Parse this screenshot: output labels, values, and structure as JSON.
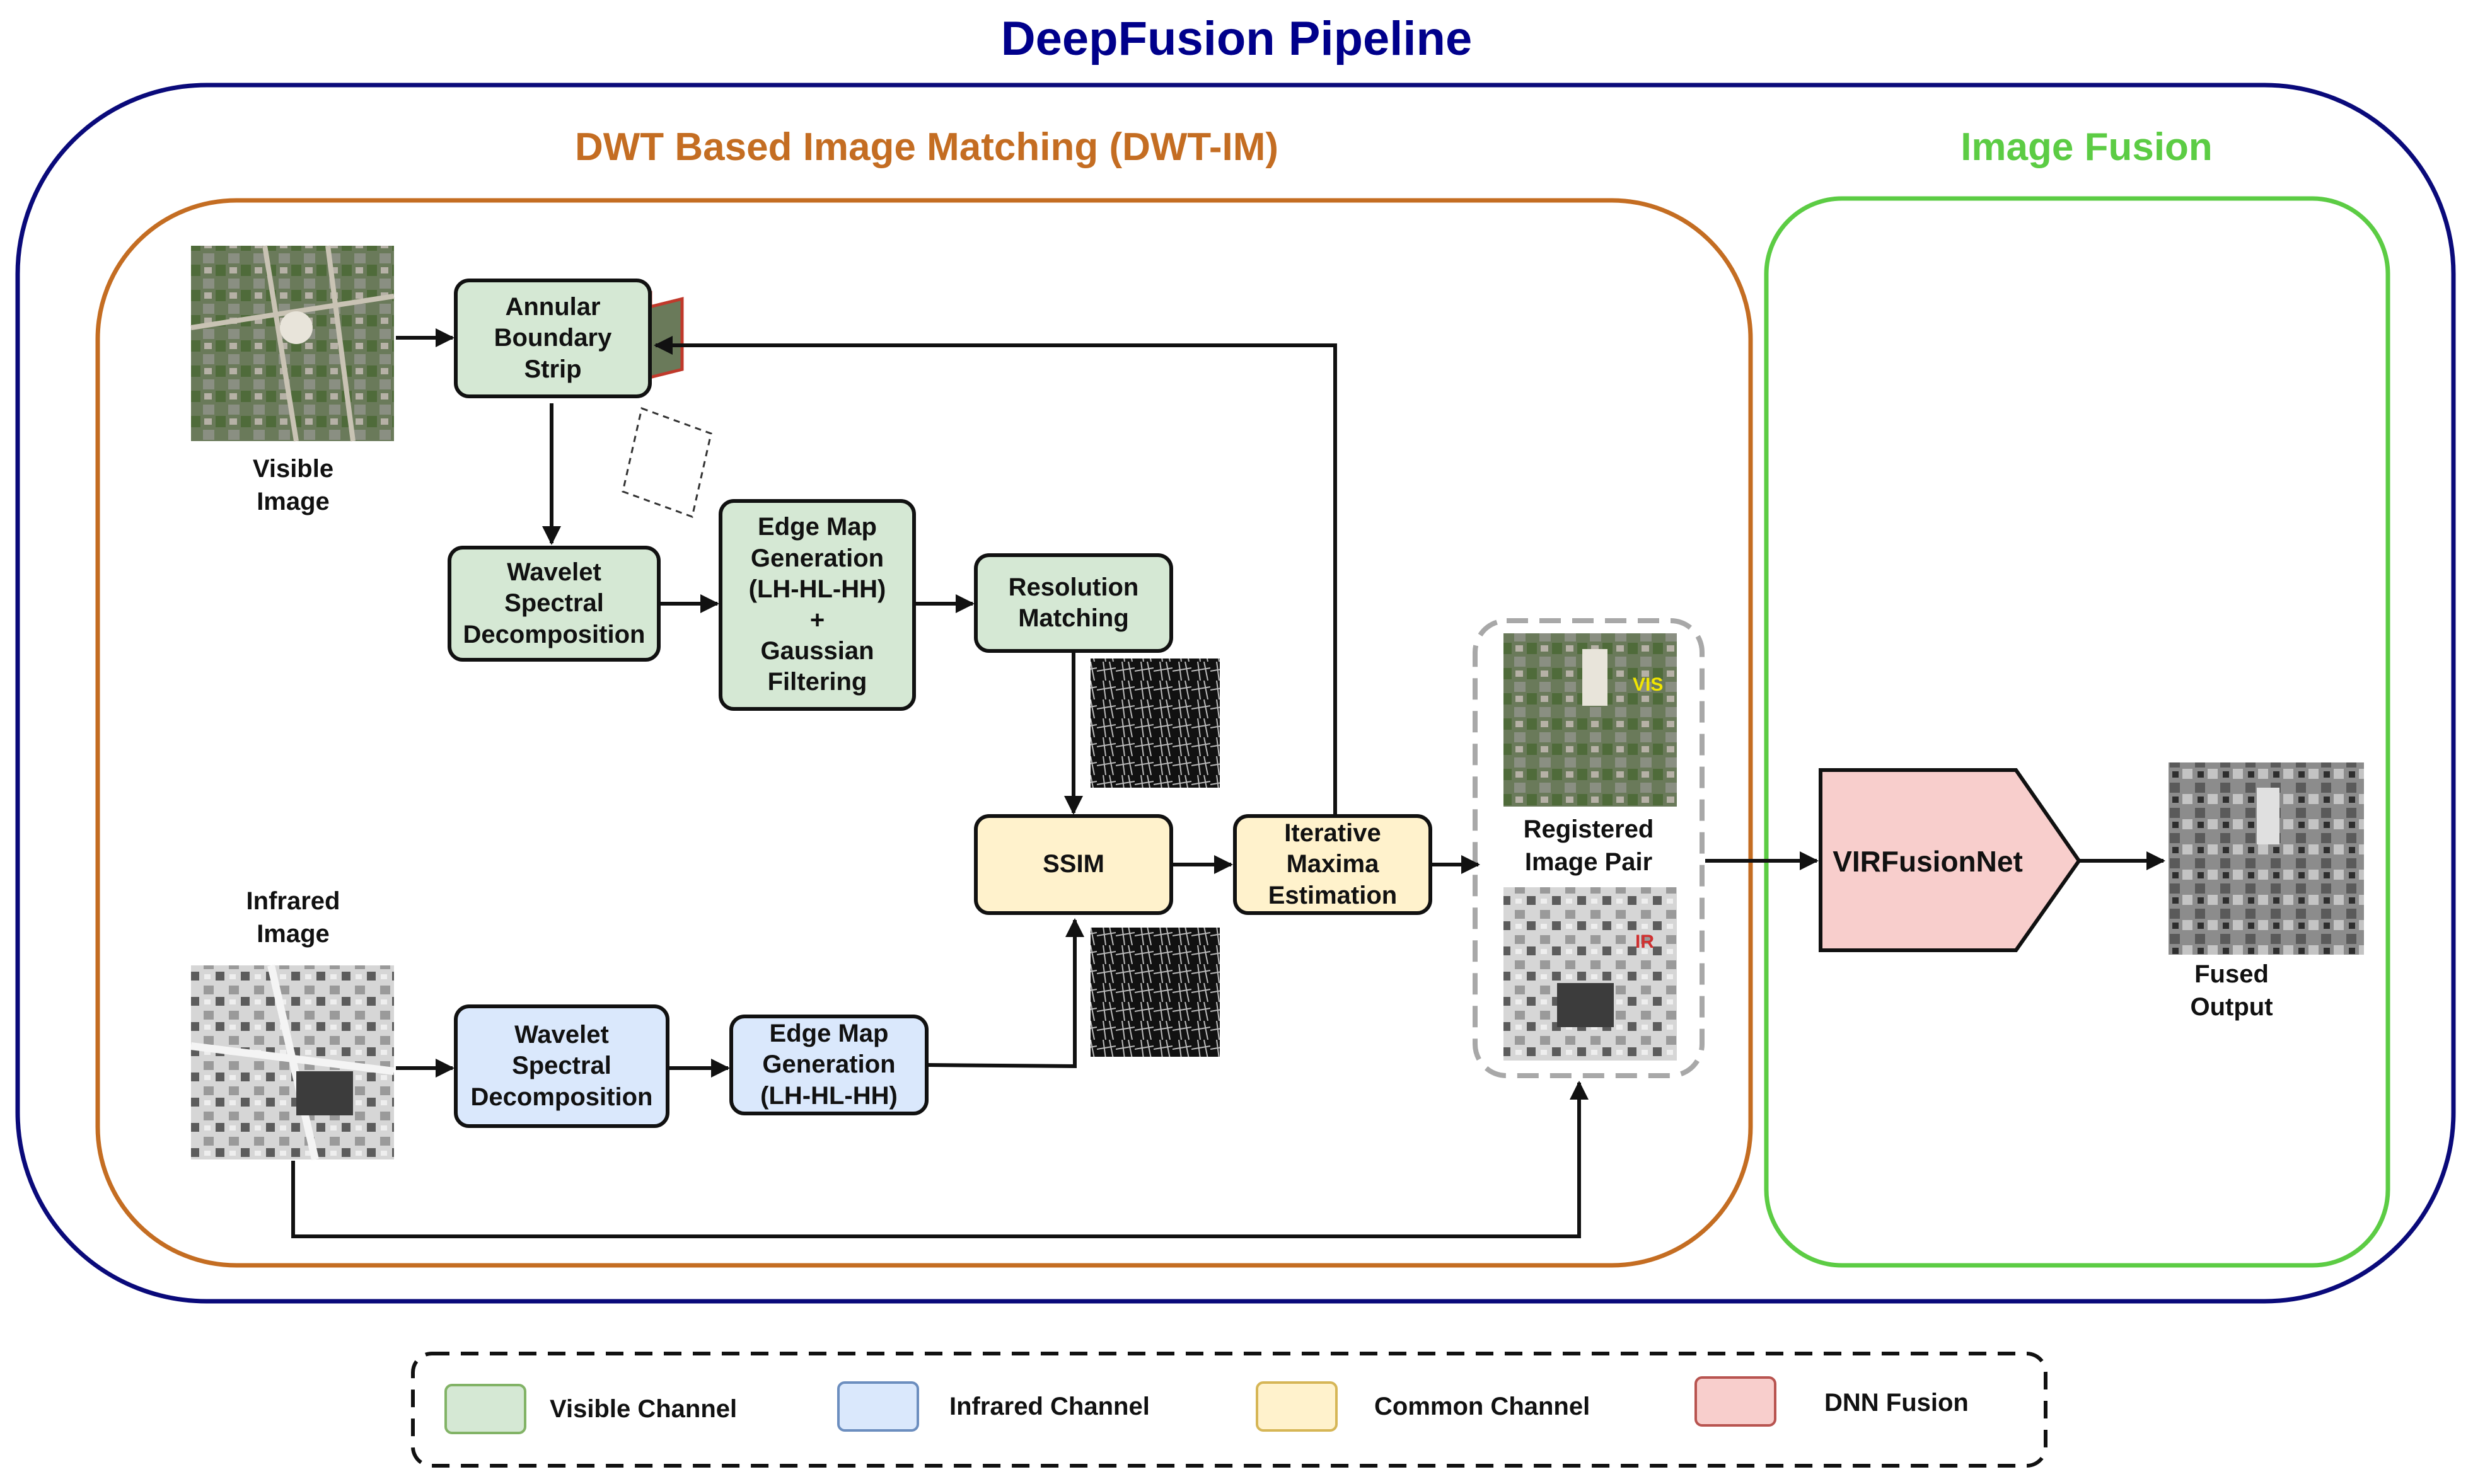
{
  "title": "DeepFusion Pipeline",
  "sections": {
    "matching": "DWT Based Image Matching (DWT-IM)",
    "fusion": "Image Fusion"
  },
  "inputs": {
    "visible": "Visible\nImage",
    "infrared": "Infrared\nImage"
  },
  "nodes": {
    "annular": "Annular\nBoundary\nStrip",
    "wavelet_vis": "Wavelet\nSpectral\nDecomposition",
    "edge_vis": "Edge Map\nGeneration\n(LH-HL-HH)\n+\nGaussian\nFiltering",
    "resolution": "Resolution\nMatching",
    "ssim": "SSIM",
    "iterative": "Iterative\nMaxima\nEstimation",
    "wavelet_ir": "Wavelet\nSpectral\nDecomposition",
    "edge_ir": "Edge Map\nGeneration\n(LH-HL-HH)",
    "virfusion": "VIRFusionNet"
  },
  "registered": {
    "label": "Registered\nImage Pair",
    "vis_tag": "VIS",
    "ir_tag": "IR"
  },
  "output": "Fused\nOutput",
  "legend": [
    {
      "label": "Visible Channel",
      "fill": "#d5e8d4",
      "stroke": "#82b366"
    },
    {
      "label": "Infrared Channel",
      "fill": "#dae8fc",
      "stroke": "#6c8ebf"
    },
    {
      "label": "Common Channel",
      "fill": "#fff2cc",
      "stroke": "#d6b656"
    },
    {
      "label": "DNN Fusion",
      "fill": "#f8cecc",
      "stroke": "#b85450"
    }
  ],
  "colors": {
    "title": "#00008b",
    "outer_border": "#0a0a7a",
    "matching_border": "#c46d22",
    "matching_title": "#c46d22",
    "fusion_border": "#5ccc44",
    "fusion_title": "#5ccc44",
    "dnn_fill": "#f8cecc"
  },
  "icons": [
    "aerial-visible-photo",
    "aerial-infrared-photo",
    "edge-map-thumbnail",
    "boundary-strip-stack",
    "fused-output-photo"
  ]
}
